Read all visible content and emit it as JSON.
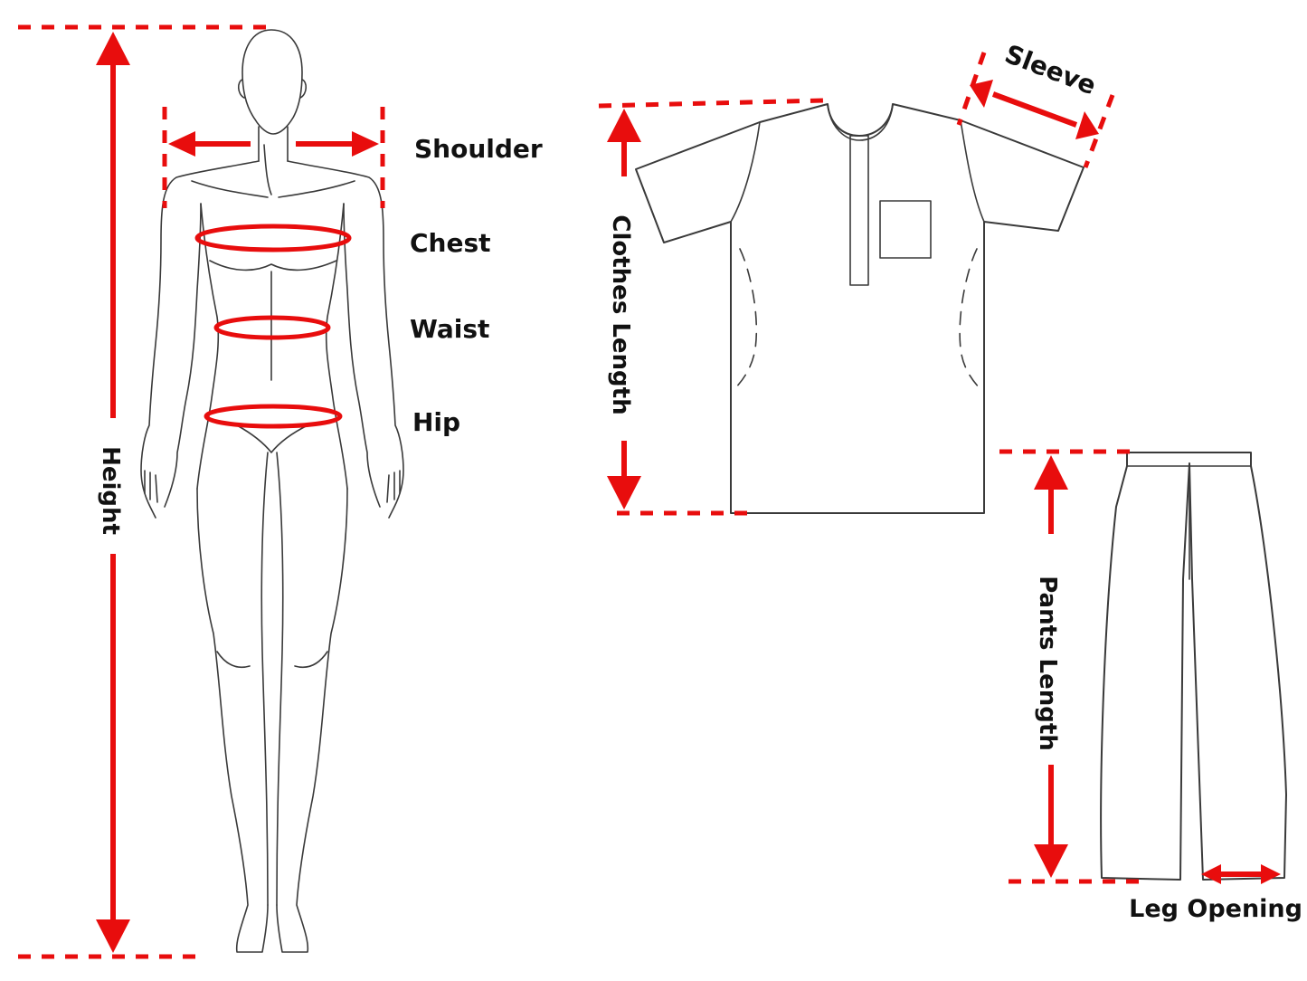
{
  "labels": {
    "shoulder": "Shoulder",
    "chest": "Chest",
    "waist": "Waist",
    "hip": "Hip",
    "height": "Height",
    "sleeve": "Sleeve",
    "clothes_length": "Clothes Length",
    "pants_length": "Pants Length",
    "leg_opening": "Leg Opening"
  },
  "colors": {
    "accent": "#e80d0d",
    "outline": "#3a3a3a",
    "text": "#111111",
    "background": "#ffffff"
  }
}
